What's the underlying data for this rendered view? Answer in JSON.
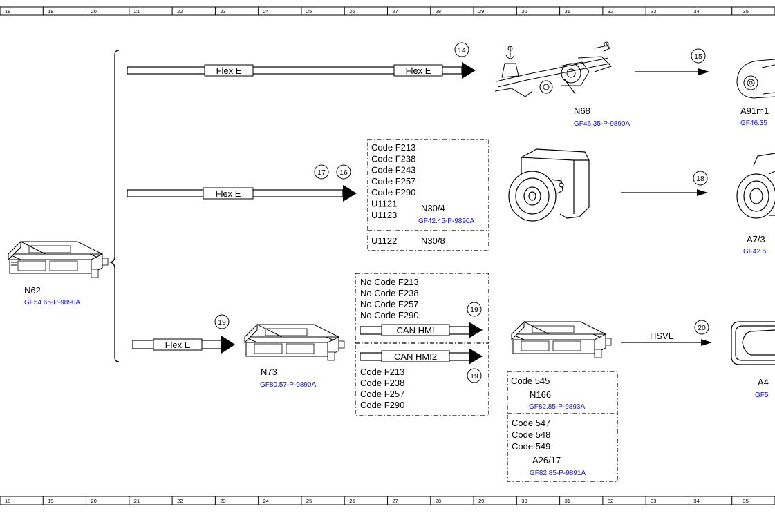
{
  "ruler": {
    "numbers": [
      "18",
      "19",
      "20",
      "21",
      "22",
      "23",
      "24",
      "25",
      "26",
      "27",
      "28",
      "29",
      "30",
      "31",
      "32",
      "33",
      "34",
      "35"
    ]
  },
  "components": {
    "n62": {
      "name": "N62",
      "ref": "GF54.65-P-9890A"
    },
    "n68": {
      "name": "N68",
      "ref": "GF46.35-P-9890A"
    },
    "a91m1": {
      "name": "A91m1",
      "ref": "GF46.35"
    },
    "a7_3": {
      "name": "A7/3",
      "ref": "GF42.5"
    },
    "n73": {
      "name": "N73",
      "ref": "GF80.57-P-9890A"
    },
    "n166": {
      "name": "N166",
      "ref": "GF82.85-P-9893A"
    },
    "a26_17": {
      "name": "A26/17",
      "ref": "GF82.85-P-9891A"
    },
    "a4": {
      "name": "A4",
      "ref": "GF5"
    }
  },
  "buses": {
    "flex_e": "Flex E",
    "can_hmi": "CAN HMI",
    "can_hmi2": "CAN HMI2",
    "hsvl": "HSVL"
  },
  "markers": {
    "m14": "14",
    "m15": "15",
    "m16": "16",
    "m17": "17",
    "m18": "18",
    "m19a": "19",
    "m19b": "19",
    "m19c": "19",
    "m20": "20"
  },
  "box_n30": {
    "codes": [
      "Code F213",
      "Code F238",
      "Code F243",
      "Code F257",
      "Code F290",
      "U1121",
      "U1123"
    ],
    "module": "N30/4",
    "ref": "GF42.45-P-9890A",
    "lower_code": "U1122",
    "lower_module": "N30/8"
  },
  "box_can": {
    "upper_codes": [
      "No Code F213",
      "No Code F238",
      "No Code F257",
      "No Code F290"
    ],
    "lower_codes": [
      "Code F213",
      "Code F238",
      "Code F257",
      "Code F290"
    ]
  },
  "box_n166": {
    "code": "Code 545",
    "lower_codes": [
      "Code 547",
      "Code 548",
      "Code 549"
    ]
  }
}
